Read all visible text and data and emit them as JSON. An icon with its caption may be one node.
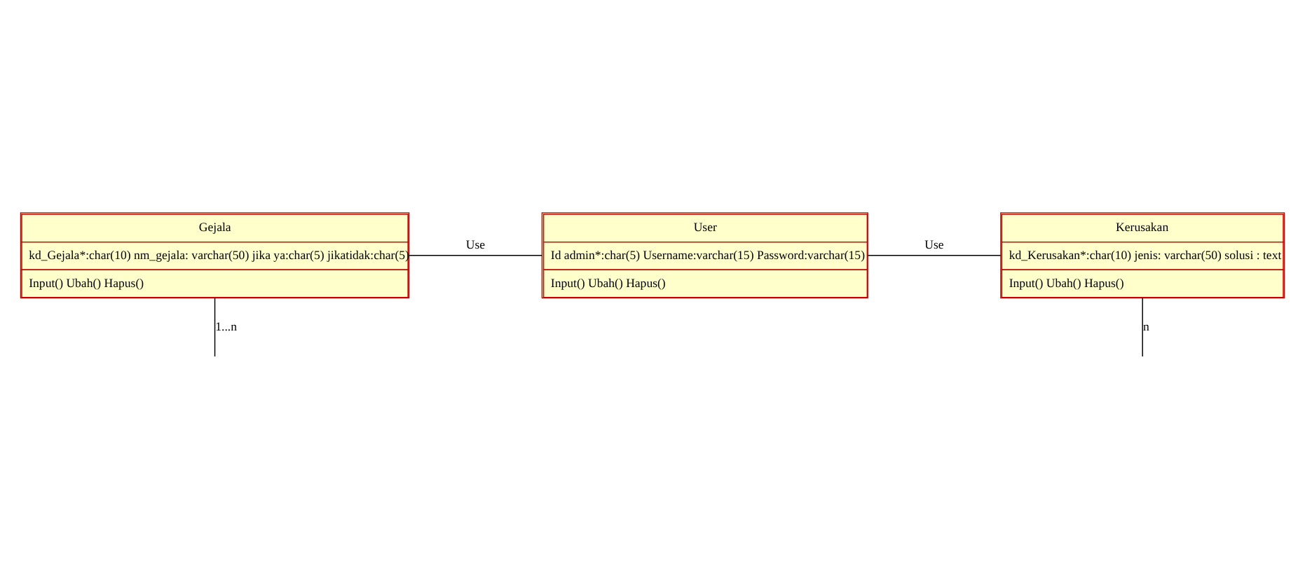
{
  "diagram": {
    "nodes": [
      {
        "text": [
          "Gejala",
          "kd_Gejala*:char(10) nm_gejala: varchar(50) jika ya:char(5) jikatidak:char(5)",
          "Input() Ubah() Hapus()"
        ]
      },
      {
        "text": [
          "User",
          "Id admin*:char(5) Username:varchar(15) Password:varchar(15)",
          "Input() Ubah() Hapus()"
        ]
      },
      {
        "text": [
          "Kerusakan",
          "kd_Kerusakan*:char(10) jenis: varchar(50) solusi : text",
          "Input() Ubah() Hapus()"
        ]
      }
    ],
    "edges": [
      {
        "from": 0,
        "to": 1,
        "arrow": "none",
        "label": "Use"
      },
      {
        "from": 1,
        "to": 2,
        "arrow": "none",
        "label": "Use"
      },
      {
        "from": 0,
        "to": null,
        "arrow": "none",
        "label": "1...n"
      },
      {
        "from": 2,
        "to": null,
        "arrow": "none",
        "label": "n"
      }
    ]
  }
}
